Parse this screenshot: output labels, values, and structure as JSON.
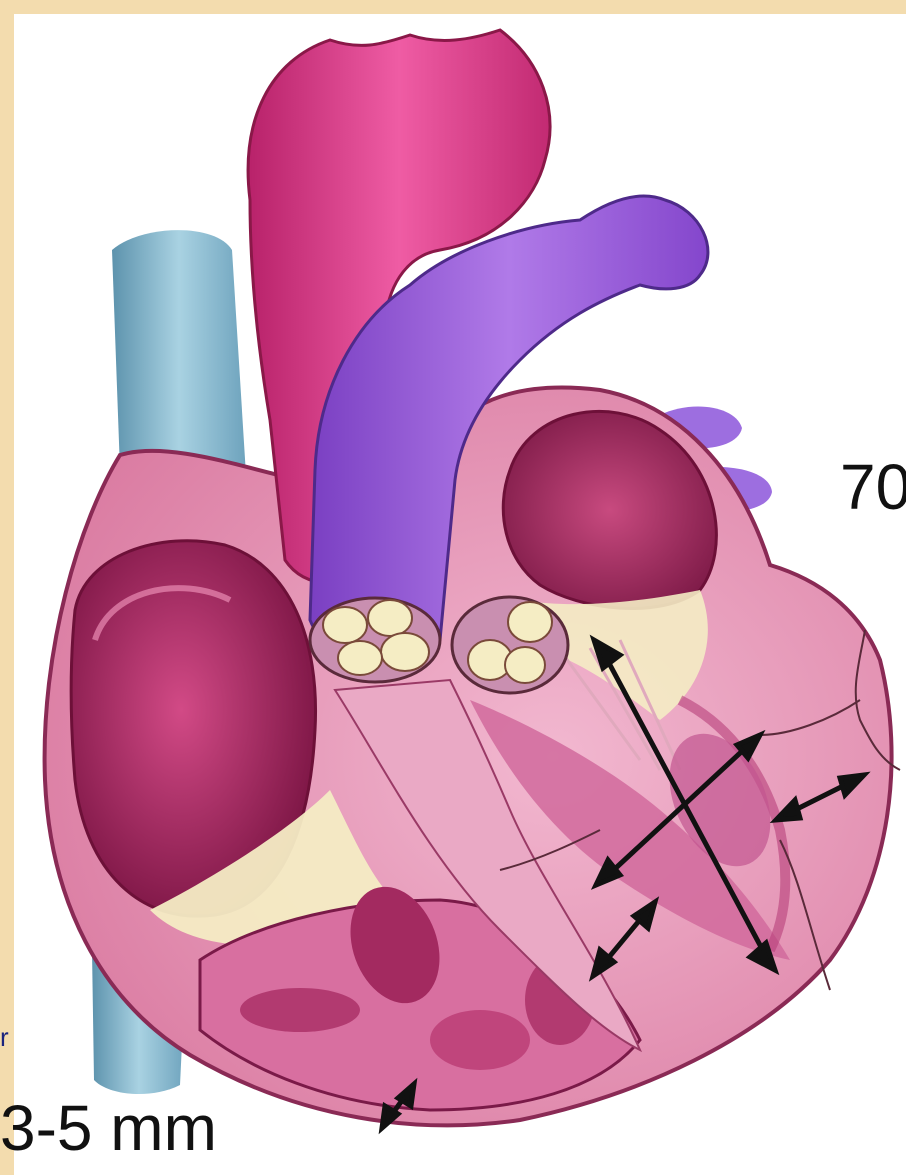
{
  "figure": {
    "labels": {
      "wall_thickness": "3-5 mm",
      "cavity_length_partial": "70",
      "edge_mark": "r"
    },
    "colors": {
      "background": "#ffffff",
      "frame": "#f3dcae",
      "aorta": "#e0458f",
      "pulmonary_artery": "#9b59d6",
      "vena_cava": "#7fb6cc",
      "myocardium": "#e6a2bf",
      "atrium_cavity": "#9a1f55",
      "valve": "#f3e9b8",
      "arrows": "#111111"
    },
    "icons": [
      "heart-illustration",
      "double-headed-arrow"
    ]
  }
}
